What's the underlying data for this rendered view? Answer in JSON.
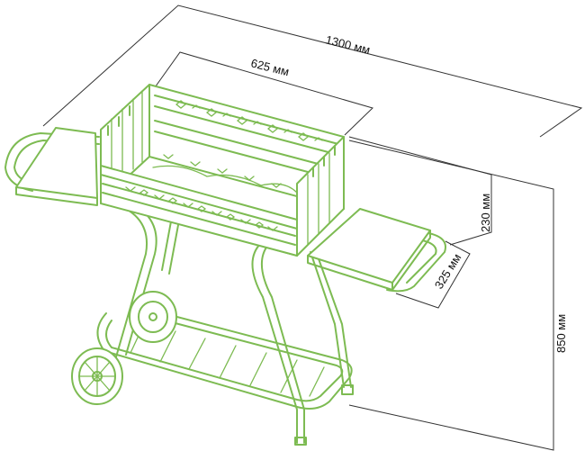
{
  "colors": {
    "product_line": "#7dbb52",
    "dimension_line": "#333333"
  },
  "dimensions": {
    "overall_length": "1300 мм",
    "firebox_length": "625 мм",
    "firebox_height": "230 мм",
    "side_table_depth": "325 мм",
    "overall_height": "850 мм"
  }
}
